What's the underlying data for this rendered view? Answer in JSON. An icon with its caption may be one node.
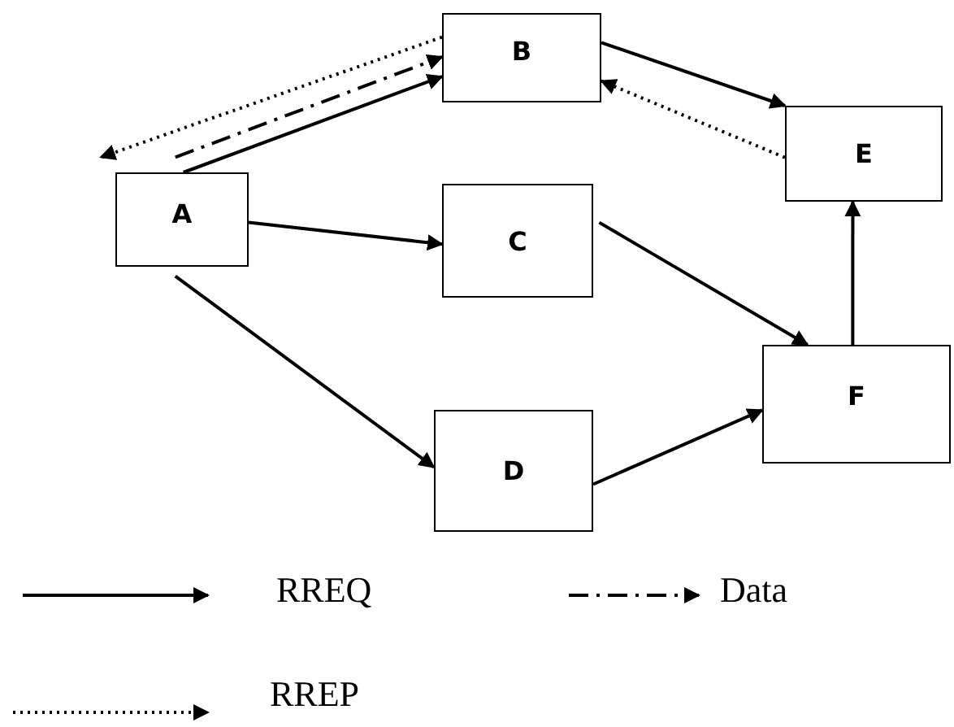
{
  "diagram": {
    "nodes": [
      {
        "text": [
          "A"
        ]
      },
      {
        "text": [
          "B"
        ]
      },
      {
        "text": [
          "C"
        ]
      },
      {
        "text": [
          "D"
        ]
      },
      {
        "text": [
          "E"
        ]
      },
      {
        "text": [
          "F"
        ]
      }
    ],
    "edges": [
      {
        "from": 0,
        "to": 1,
        "arrow": "to"
      },
      {
        "from": 1,
        "to": 0,
        "arrow": "to",
        "style": "dashed"
      },
      {
        "from": 0,
        "to": 1,
        "arrow": "to",
        "style": "dashed"
      },
      {
        "from": 0,
        "to": 2,
        "arrow": "to"
      },
      {
        "from": 0,
        "to": 3,
        "arrow": "to"
      },
      {
        "from": 1,
        "to": 4,
        "arrow": "to"
      },
      {
        "from": 4,
        "to": 1,
        "arrow": "to",
        "style": "dashed"
      },
      {
        "from": 2,
        "to": 5,
        "arrow": "to"
      },
      {
        "from": 3,
        "to": 5,
        "arrow": "to"
      },
      {
        "from": 5,
        "to": 4,
        "arrow": "to"
      }
    ],
    "legend": [
      {
        "text": "RREQ"
      },
      {
        "text": "Data"
      },
      {
        "text": "RREP"
      }
    ]
  }
}
